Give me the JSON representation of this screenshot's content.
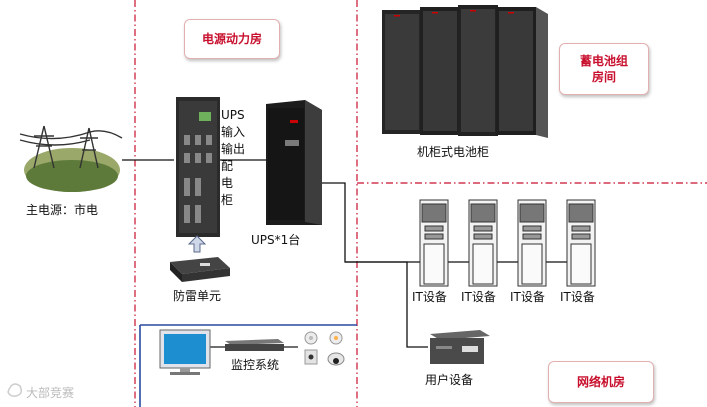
{
  "rooms": {
    "power_room": "电源动力房",
    "battery_room": "蓄电池组\n房间",
    "network_room": "网络机房"
  },
  "labels": {
    "main_power": "主电源：市电",
    "ups_panel": "UPS\n输入\n输出\n配\n电\n柜",
    "ups_unit": "UPS*1台",
    "lightning_unit": "防雷单元",
    "battery_cabinet": "机柜式电池柜",
    "it_devices": [
      "IT设备",
      "IT设备",
      "IT设备",
      "IT设备"
    ],
    "user_device": "用户设备",
    "monitoring": "监控系统"
  },
  "watermark": "大部竞赛",
  "colors": {
    "divider": "#c8102e",
    "wire": "#111111",
    "monitor_line": "#2a4aa0",
    "room_text": "#c8102e"
  }
}
